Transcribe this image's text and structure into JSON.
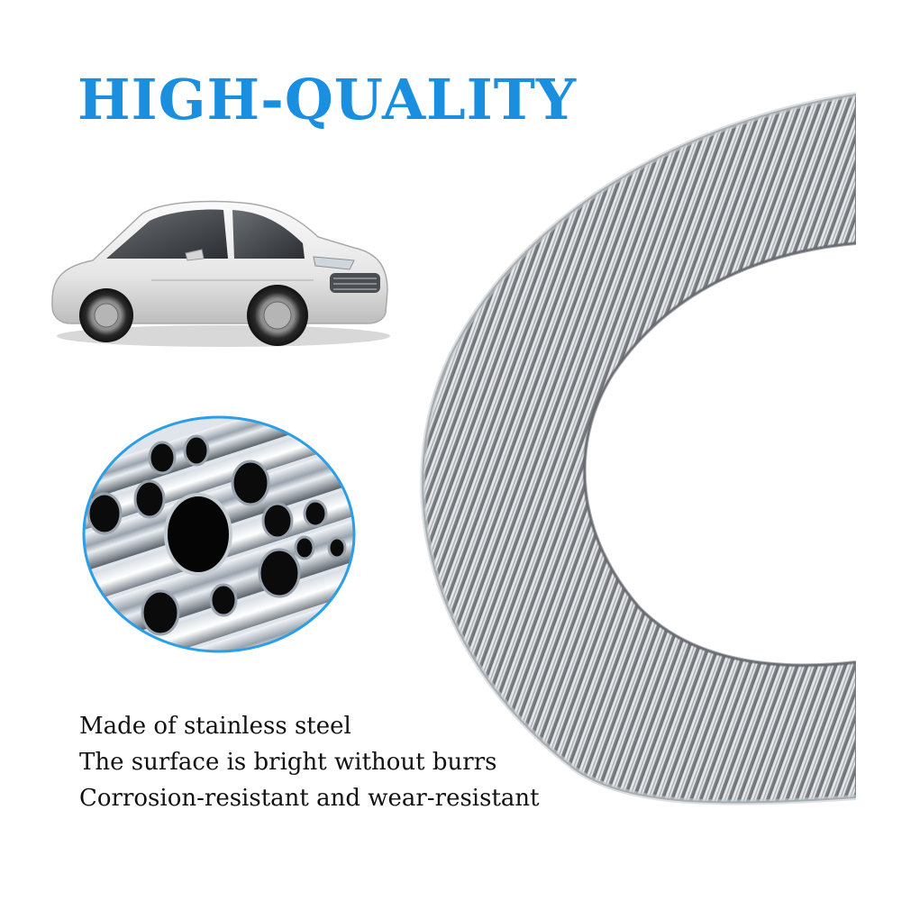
{
  "headline": {
    "text": "HIGH-QUALITY",
    "color": "#1a8fe0"
  },
  "photos": {
    "car": "white-sedan-car-photo",
    "tubes": "stainless-steel-tubes-photo",
    "hose": "corrugated-stainless-hose-photo"
  },
  "features": [
    "Made of stainless steel",
    "The surface is bright without burrs",
    "Corrosion-resistant and wear-resistant"
  ],
  "colors": {
    "accent": "#1a8fe0",
    "circle_border": "#2a9fe8",
    "text": "#111111"
  }
}
